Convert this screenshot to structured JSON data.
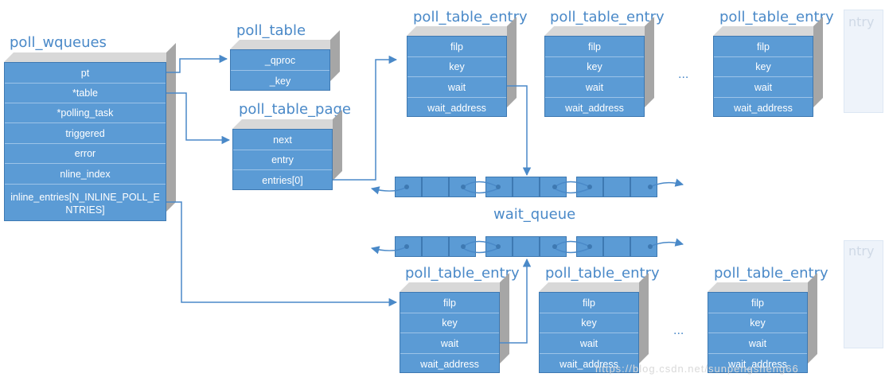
{
  "poll_wqueues": {
    "title": "poll_wqueues",
    "rows": [
      "pt",
      "*table",
      "*polling_task",
      "triggered",
      "error",
      "nline_index",
      "inline_entries[N_INLINE_POLL_ENTRIES]"
    ]
  },
  "poll_table": {
    "title": "poll_table",
    "rows": [
      "_qproc",
      "_key"
    ]
  },
  "poll_table_page": {
    "title": "poll_table_page",
    "rows": [
      "next",
      "entry",
      "entries[0]"
    ]
  },
  "entry_title": "poll_table_entry",
  "entry_rows": [
    "filp",
    "key",
    "wait",
    "wait_address"
  ],
  "ellipsis": "...",
  "wait_queue_label": "wait_queue",
  "ghost_label": "ntry",
  "watermark": "https://blog.csdn.net/sunpengsheng66",
  "colors": {
    "box": "#5b9bd5",
    "border": "#3e79b2",
    "title": "#4a89c8",
    "side": "#a6a6a6",
    "top": "#d8d8d8"
  }
}
